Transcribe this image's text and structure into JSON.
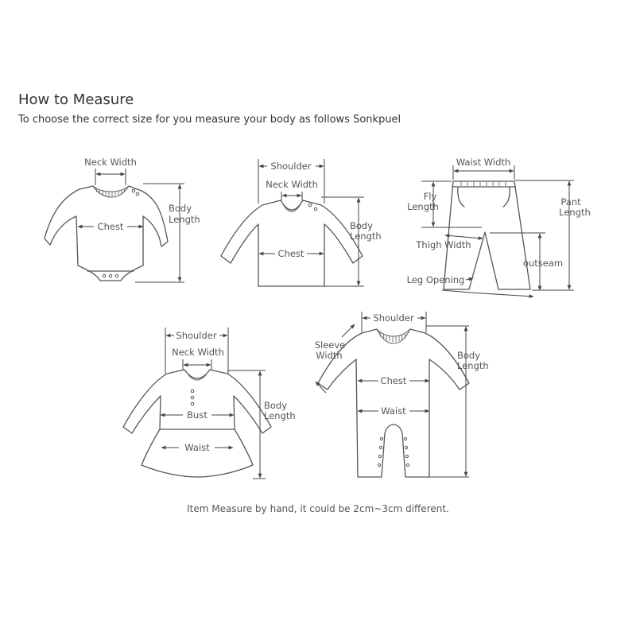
{
  "header": {
    "title": "How to Measure",
    "subtitle": "To choose the correct size for you measure your body as follows Sonkpuel"
  },
  "footer": {
    "note": "Item Measure by hand, it could be 2cm~3cm different."
  },
  "labels": {
    "bodysuit": {
      "neck_width": "Neck Width",
      "chest": "Chest",
      "body_length_1": "Body",
      "body_length_2": "Length"
    },
    "tshirt": {
      "shoulder": "Shoulder",
      "neck_width": "Neck Width",
      "chest": "Chest",
      "body_length_1": "Body",
      "body_length_2": "Length"
    },
    "pants": {
      "waist_width": "Waist Width",
      "fly_length_1": "Fly",
      "fly_length_2": "Length",
      "pant_length_1": "Pant",
      "pant_length_2": "Length",
      "thigh_width": "Thigh Width",
      "outseam": "outseam",
      "leg_opening": "Leg Opening"
    },
    "dress": {
      "shoulder": "Shoulder",
      "neck_width": "Neck Width",
      "bust": "Bust",
      "waist": "Waist",
      "body_length_1": "Body",
      "body_length_2": "Length"
    },
    "romper": {
      "shoulder": "Shoulder",
      "sleeve_width_1": "Sleeve",
      "sleeve_width_2": "Width",
      "chest": "Chest",
      "waist": "Waist",
      "body_length_1": "Body",
      "body_length_2": "Length"
    }
  }
}
